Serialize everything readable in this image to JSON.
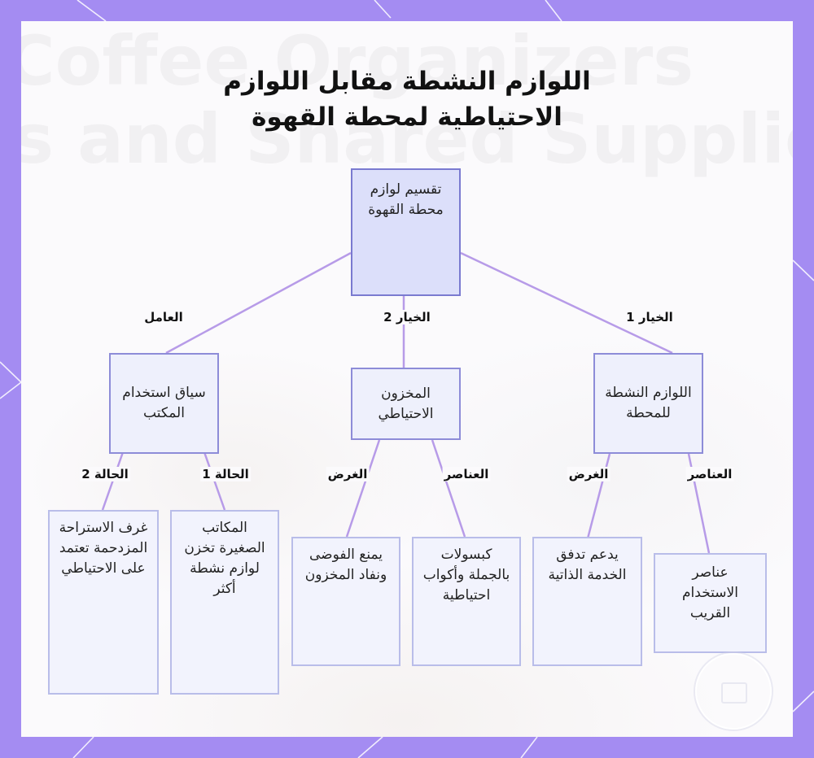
{
  "title": {
    "line1": "اللوازم النشطة مقابل اللوازم",
    "line2": "الاحتياطية لمحطة القهوة"
  },
  "background_text": {
    "line1": "Coffee Organizers",
    "line2": "s and Shared Supplies"
  },
  "nodes": {
    "root": "تقسيم لوازم محطة القهوة",
    "active": "اللوازم النشطة للمحطة",
    "backup": "المخزون الاحتياطي",
    "context": "سياق استخدام المكتب",
    "active_items": "عناصر الاستخدام القريب",
    "active_purpose": "يدعم تدفق الخدمة الذاتية",
    "backup_items": "كبسولات بالجملة وأكواب احتياطية",
    "backup_purpose": "يمنع الفوضى ونفاد المخزون",
    "small_offices": "المكاتب الصغيرة تخزن لوازم نشطة أكثر",
    "busy_breakrooms": "غرف الاستراحة المزدحمة تعتمد على الاحتياطي"
  },
  "edges": {
    "option1": "الخيار 1",
    "option2": "الخيار 2",
    "factor": "العامل",
    "items_a": "العناصر",
    "purpose_a": "الغرض",
    "items_b": "العناصر",
    "purpose_b": "الغرض",
    "case1": "الحالة 1",
    "case2": "الحالة 2"
  },
  "colors": {
    "frame": "#a48cf2",
    "node_border": "#8d8cd8",
    "node_fill": "#eef0fc",
    "connector": "#b79be8"
  }
}
